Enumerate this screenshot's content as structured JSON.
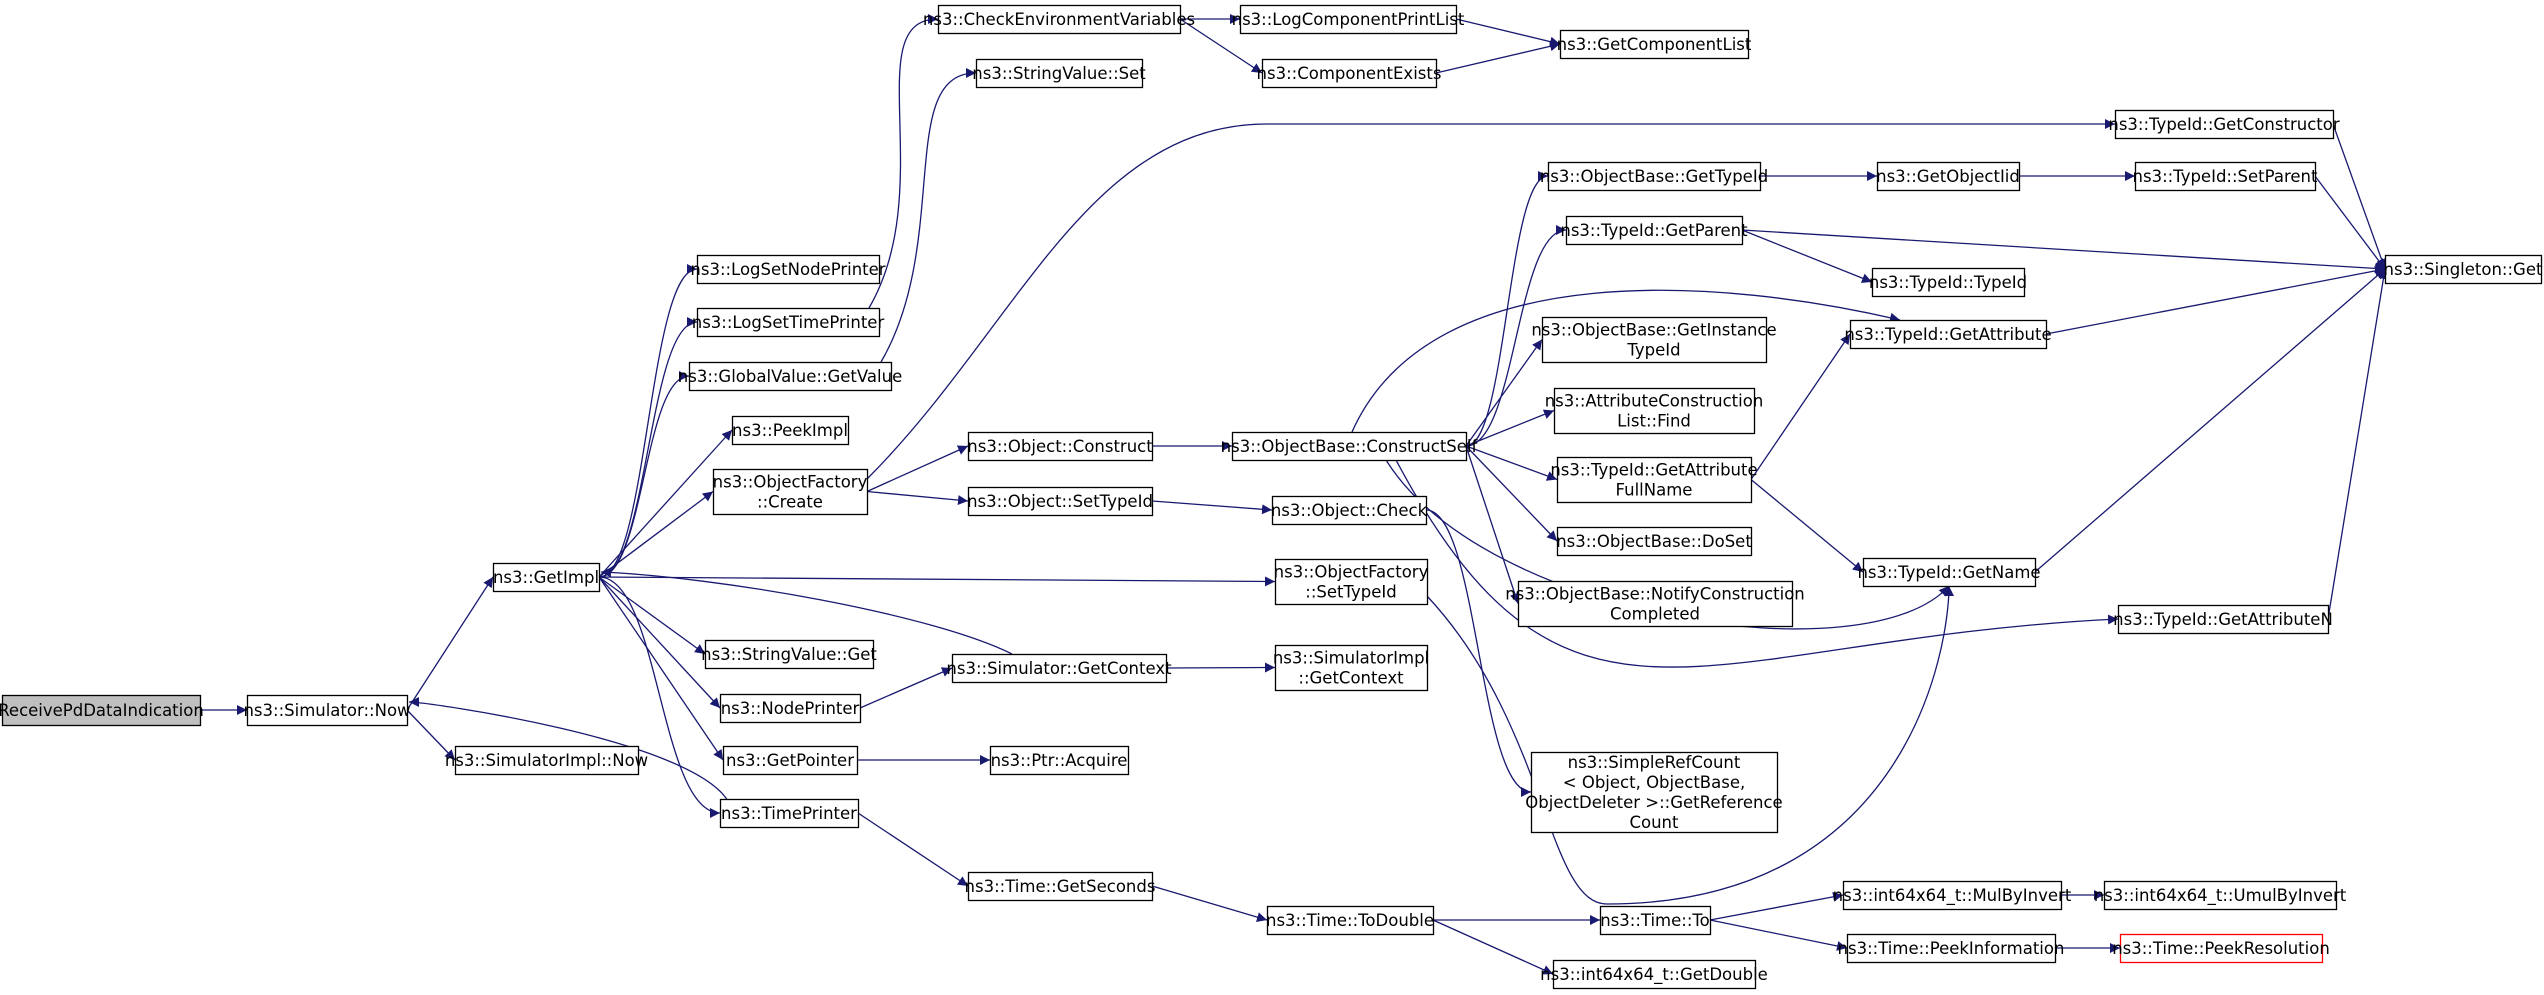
{
  "graph": {
    "colors": {
      "edge": "#191970",
      "border": "#000000",
      "background": "#ffffff",
      "root_fill": "#bfbfbf",
      "truncated_border": "#ff0000"
    },
    "nodes": [
      {
        "id": "n_root",
        "lines": [
          "ReceivePdDataIndication"
        ],
        "root": true
      },
      {
        "id": "n_sim_now",
        "lines": [
          "ns3::Simulator::Now"
        ]
      },
      {
        "id": "n_getimpl",
        "lines": [
          "ns3::GetImpl"
        ]
      },
      {
        "id": "n_simimpl_now",
        "lines": [
          "ns3::SimulatorImpl::Now"
        ]
      },
      {
        "id": "n_logsetnode",
        "lines": [
          "ns3::LogSetNodePrinter"
        ]
      },
      {
        "id": "n_logsettime",
        "lines": [
          "ns3::LogSetTimePrinter"
        ]
      },
      {
        "id": "n_gv_getvalue",
        "lines": [
          "ns3::GlobalValue::GetValue"
        ]
      },
      {
        "id": "n_peekimpl",
        "lines": [
          "ns3::PeekImpl"
        ]
      },
      {
        "id": "n_of_create",
        "lines": [
          "ns3::ObjectFactory",
          "::Create"
        ]
      },
      {
        "id": "n_sv_get",
        "lines": [
          "ns3::StringValue::Get"
        ]
      },
      {
        "id": "n_nodeprinter",
        "lines": [
          "ns3::NodePrinter"
        ]
      },
      {
        "id": "n_getpointer",
        "lines": [
          "ns3::GetPointer"
        ]
      },
      {
        "id": "n_timeprinter",
        "lines": [
          "ns3::TimePrinter"
        ]
      },
      {
        "id": "n_checkenv",
        "lines": [
          "ns3::CheckEnvironmentVariables"
        ]
      },
      {
        "id": "n_sv_set",
        "lines": [
          "ns3::StringValue::Set"
        ]
      },
      {
        "id": "n_logcomplist",
        "lines": [
          "ns3::LogComponentPrintList"
        ]
      },
      {
        "id": "n_compexists",
        "lines": [
          "ns3::ComponentExists"
        ]
      },
      {
        "id": "n_getcomplist",
        "lines": [
          "ns3::GetComponentList"
        ]
      },
      {
        "id": "n_obj_construct",
        "lines": [
          "ns3::Object::Construct"
        ]
      },
      {
        "id": "n_obj_settypeid",
        "lines": [
          "ns3::Object::SetTypeId"
        ]
      },
      {
        "id": "n_sim_getcontext",
        "lines": [
          "ns3::Simulator::GetContext"
        ]
      },
      {
        "id": "n_ptr_acquire",
        "lines": [
          "ns3::Ptr::Acquire"
        ]
      },
      {
        "id": "n_time_getseconds",
        "lines": [
          "ns3::Time::GetSeconds"
        ]
      },
      {
        "id": "n_ob_constructself",
        "lines": [
          "ns3::ObjectBase::ConstructSelf"
        ]
      },
      {
        "id": "n_obj_check",
        "lines": [
          "ns3::Object::Check"
        ]
      },
      {
        "id": "n_of_settypeid",
        "lines": [
          "ns3::ObjectFactory",
          "::SetTypeId"
        ]
      },
      {
        "id": "n_simimpl_getcontext",
        "lines": [
          "ns3::SimulatorImpl",
          "::GetContext"
        ]
      },
      {
        "id": "n_time_todouble",
        "lines": [
          "ns3::Time::ToDouble"
        ]
      },
      {
        "id": "n_ob_gettypeid",
        "lines": [
          "ns3::ObjectBase::GetTypeId"
        ]
      },
      {
        "id": "n_tid_getparent",
        "lines": [
          "ns3::TypeId::GetParent"
        ]
      },
      {
        "id": "n_ob_getinstance",
        "lines": [
          "ns3::ObjectBase::GetInstance",
          "TypeId"
        ]
      },
      {
        "id": "n_acl_find",
        "lines": [
          "ns3::AttributeConstruction",
          "List::Find"
        ]
      },
      {
        "id": "n_tid_getattrfull",
        "lines": [
          "ns3::TypeId::GetAttribute",
          "FullName"
        ]
      },
      {
        "id": "n_ob_doset",
        "lines": [
          "ns3::ObjectBase::DoSet"
        ]
      },
      {
        "id": "n_ob_notify",
        "lines": [
          "ns3::ObjectBase::NotifyConstruction",
          "Completed"
        ]
      },
      {
        "id": "n_srefcount",
        "lines": [
          "ns3::SimpleRefCount",
          "< Object, ObjectBase,",
          "ObjectDeleter >::GetReference",
          "Count"
        ]
      },
      {
        "id": "n_int_getdouble",
        "lines": [
          "ns3::int64x64_t::GetDouble"
        ]
      },
      {
        "id": "n_tid_getconstructor",
        "lines": [
          "ns3::TypeId::GetConstructor"
        ]
      },
      {
        "id": "n_getobjectiid",
        "lines": [
          "ns3::GetObjectIid"
        ]
      },
      {
        "id": "n_tid_setparent",
        "lines": [
          "ns3::TypeId::SetParent"
        ]
      },
      {
        "id": "n_tid_typeid",
        "lines": [
          "ns3::TypeId::TypeId"
        ]
      },
      {
        "id": "n_tid_getattribute",
        "lines": [
          "ns3::TypeId::GetAttribute"
        ]
      },
      {
        "id": "n_tid_getname",
        "lines": [
          "ns3::TypeId::GetName"
        ]
      },
      {
        "id": "n_tid_getattributen",
        "lines": [
          "ns3::TypeId::GetAttributeN"
        ]
      },
      {
        "id": "n_singleton_get",
        "lines": [
          "ns3::Singleton::Get"
        ]
      },
      {
        "id": "n_time_to",
        "lines": [
          "ns3::Time::To"
        ]
      },
      {
        "id": "n_int_mulbyinvert",
        "lines": [
          "ns3::int64x64_t::MulByInvert"
        ]
      },
      {
        "id": "n_int_umulbyinvert",
        "lines": [
          "ns3::int64x64_t::UmulByInvert"
        ]
      },
      {
        "id": "n_time_peekinfo",
        "lines": [
          "ns3::Time::PeekInformation"
        ]
      },
      {
        "id": "n_time_peekres",
        "lines": [
          "ns3::Time::PeekResolution"
        ],
        "truncated": true
      }
    ]
  }
}
